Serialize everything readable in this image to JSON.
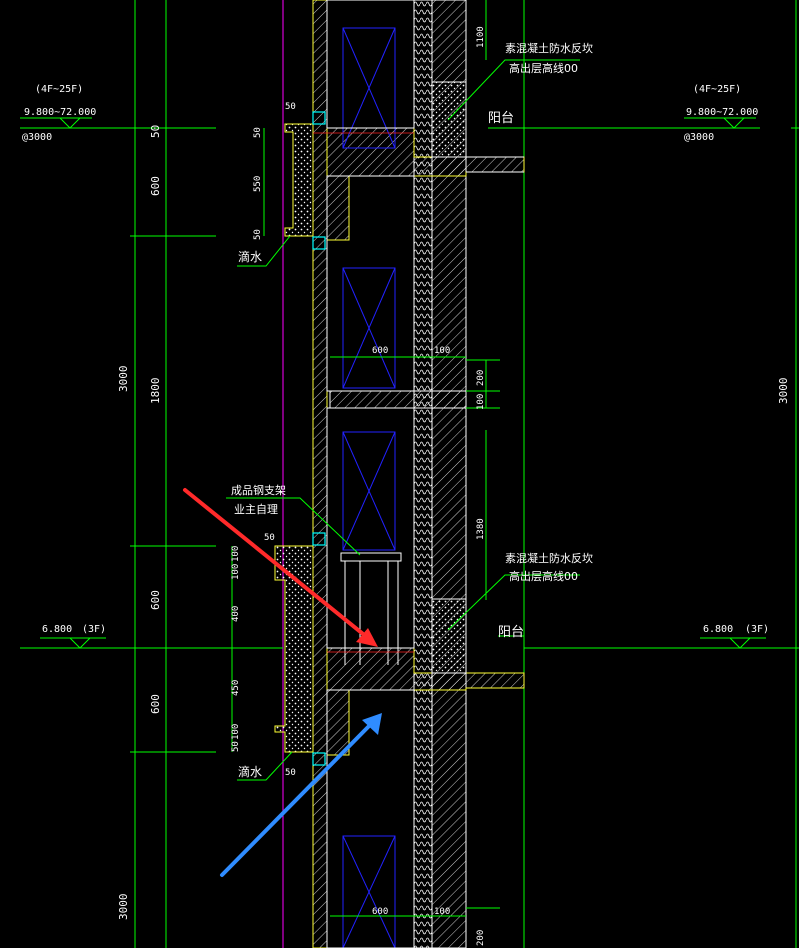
{
  "window": {
    "title": "墙身大样 CAD 视图"
  },
  "colors": {
    "background": "#000000",
    "green": "#00ff00",
    "white": "#ffffff",
    "yellow": "#ffff33",
    "blue": "#2222ff",
    "magenta": "#ff00ff",
    "cyan": "#00ffff",
    "red_line": "#ff2020",
    "arrow_red": "#ff2a2a",
    "arrow_blue": "#2f8cff"
  },
  "level_tags": {
    "left_upper": {
      "floors": "(4F~25F)",
      "elevations": "9.800~72.000",
      "spacing": "@3000"
    },
    "right_upper": {
      "floors": "(4F~25F)",
      "elevations": "9.800~72.000",
      "spacing": "@3000"
    },
    "left_lower": {
      "elevation": "6.800",
      "floor": "(3F)"
    },
    "right_lower": {
      "elevation": "6.800",
      "floor": "(3F)"
    }
  },
  "dims_outer": [
    "3000",
    "3000",
    "3000"
  ],
  "dims_inner": [
    "50",
    "600",
    "1800",
    "600",
    "600"
  ],
  "dims_small": [
    "50",
    "50",
    "550",
    "50",
    "600",
    "100",
    "200",
    "100",
    "1380",
    "50",
    "100",
    "100",
    "400",
    "450",
    "50",
    "100",
    "50",
    "600",
    "100",
    "200",
    "1100"
  ],
  "notes": {
    "waterproof_top": [
      "素混凝土防水反坎",
      "高出层高线00"
    ],
    "waterproof_bottom": [
      "素混凝土防水反坎",
      "高出层高线00"
    ],
    "balcony_top": "阳台",
    "balcony_bottom": "阳台",
    "drip_top": "滴水",
    "drip_bottom": "滴水",
    "bracket": [
      "成品钢支架",
      "业主自理"
    ]
  }
}
